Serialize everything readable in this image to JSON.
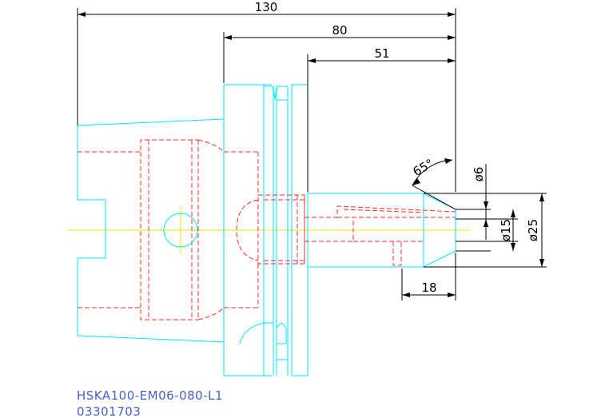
{
  "drawing": {
    "dimensions": {
      "overall_length": "130",
      "gauge_length": "80",
      "collet_length": "51",
      "nose_length": "18",
      "angle": "65°",
      "bore_diameter": "ø6",
      "clamp_diameter": "ø15",
      "nose_diameter": "ø25"
    },
    "part_number": "HSKA100-EM06-080-L1",
    "order_code": "03301703"
  },
  "colors": {
    "outline": "#00e5ff",
    "hidden": "#ff2a2a",
    "centerline": "#f2e600",
    "dimension": "#000000",
    "caption": "#4a5ec8"
  }
}
